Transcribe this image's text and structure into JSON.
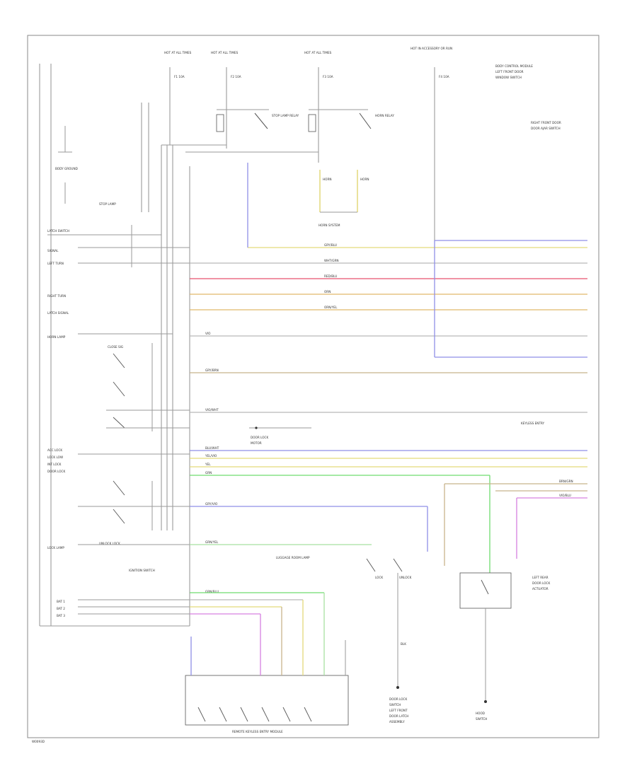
{
  "colors": {
    "yellow": "#e3d97a",
    "white_wire": "#b9b9b9",
    "red": "#e8506e",
    "orange": "#e0b96a",
    "blue": "#8f8fe6",
    "tan": "#c8b48c",
    "green": "#6fdc6f",
    "purple": "#d680e0",
    "light_green": "#a8e0a0",
    "frame": "#8a8a8a"
  },
  "hot_feeds": [
    {
      "text": "HOT AT ALL TIMES"
    },
    {
      "text": "HOT AT ALL TIMES"
    },
    {
      "text": "HOT AT ALL TIMES"
    },
    {
      "text": "HOT IN ACCESSORY OR RUN"
    }
  ],
  "fuses": [
    {
      "text": "F1 10A"
    },
    {
      "text": "F2 10A"
    },
    {
      "text": "F3 10A"
    },
    {
      "text": "F4 10A"
    }
  ],
  "relays": [
    {
      "text": "STOP LAMP RELAY"
    },
    {
      "text": "HORN RELAY"
    }
  ],
  "connectors": [
    {
      "text": "HORN"
    },
    {
      "text": "HORN"
    },
    {
      "text": "HORN SYSTEM"
    }
  ],
  "ground_module": {
    "text": "BODY GROUND"
  },
  "left_labels": [
    {
      "text": "LATCH SWITCH"
    },
    {
      "text": "STOP LAMP"
    },
    {
      "text": "SIGNAL"
    },
    {
      "text": "LEFT TURN"
    },
    {
      "text": "RIGHT TURN"
    },
    {
      "text": "LATCH SIGNAL"
    },
    {
      "text": "CLOSE SIG"
    },
    {
      "text": "HORN LAMP"
    },
    {
      "text": "ACC LOCK"
    },
    {
      "text": "LOCK LOW"
    },
    {
      "text": "INT LOCK"
    },
    {
      "text": "DOOR LOCK"
    },
    {
      "text": "UNLOCK LOCK"
    },
    {
      "text": "LOCK LAMP"
    },
    {
      "text": "BAT 1"
    },
    {
      "text": "BAT 2"
    },
    {
      "text": "BAT 3"
    }
  ],
  "wire_labels": [
    {
      "text": "GRY/BLU"
    },
    {
      "text": "WHT/GRN"
    },
    {
      "text": "RED/BLU"
    },
    {
      "text": "ORN"
    },
    {
      "text": "ORN/YEL"
    },
    {
      "text": "VIO"
    },
    {
      "text": "GRY/BRN"
    },
    {
      "text": "VIO/WHT"
    },
    {
      "text": "BLU/WHT"
    },
    {
      "text": "YEL/VIO"
    },
    {
      "text": "YEL"
    },
    {
      "text": "GRN"
    },
    {
      "text": "BRN/GRN"
    },
    {
      "text": "GRN/YEL"
    },
    {
      "text": "GRY/VIO"
    },
    {
      "text": "VIO/BLU"
    },
    {
      "text": "GRN/BLU"
    },
    {
      "text": "BLK"
    }
  ],
  "right_labels": [
    {
      "text": "BODY CONTROL MODULE"
    },
    {
      "text": "LEFT FRONT DOOR"
    },
    {
      "text": "WINDOW SWITCH"
    },
    {
      "text": "RIGHT FRONT DOOR"
    },
    {
      "text": "DOOR AJAR SWITCH"
    },
    {
      "text": "LEFT REAR"
    },
    {
      "text": "DOOR LOCK"
    },
    {
      "text": "ACTUATOR"
    }
  ],
  "module_box": {
    "text": "REMOTE KEYLESS ENTRY MODULE"
  },
  "bottom_labels": [
    {
      "text": "DOOR LOCK"
    },
    {
      "text": "SWITCH"
    },
    {
      "text": "HOOD"
    },
    {
      "text": "SWITCH"
    },
    {
      "text": "LEFT FRONT"
    },
    {
      "text": "DOOR LATCH"
    },
    {
      "text": "ASSEMBLY"
    }
  ],
  "mid_labels": [
    {
      "text": "DOOR LOCK"
    },
    {
      "text": "MOTOR"
    },
    {
      "text": "LOCK"
    },
    {
      "text": "UNLOCK"
    },
    {
      "text": "LUGGAGE ROOM LAMP"
    }
  ],
  "ignition": {
    "text": "IGNITION SWITCH"
  },
  "keyless": {
    "text": "KEYLESS ENTRY"
  },
  "footer": {
    "text": "W0093D"
  }
}
